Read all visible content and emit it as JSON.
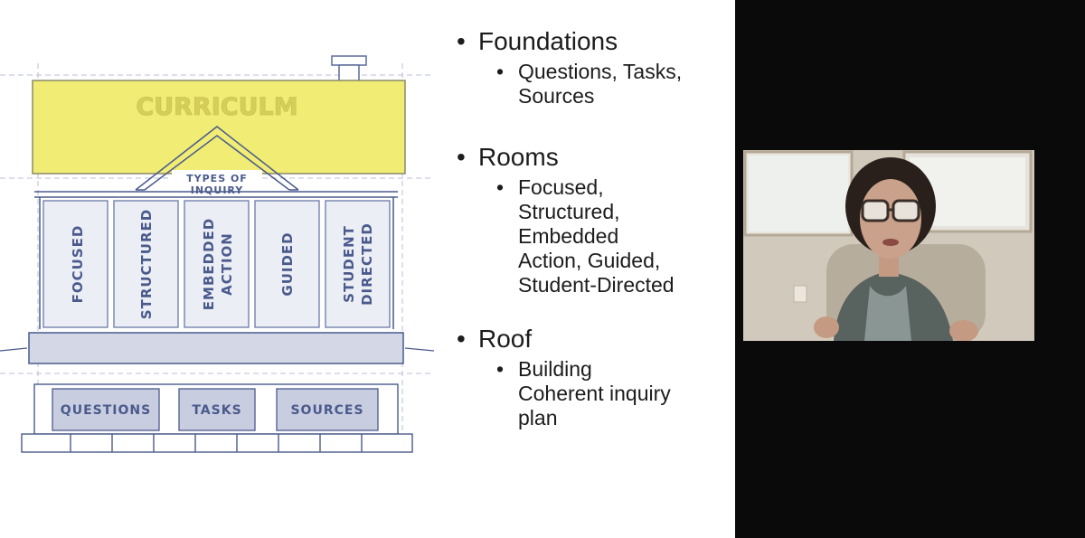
{
  "diagram": {
    "roof_label": "CURRICULM",
    "types_label_line1": "TYPES OF",
    "types_label_line2": "INQUIRY",
    "rooms": [
      {
        "line1": "FOCUSED",
        "line2": ""
      },
      {
        "line1": "STRUCTURED",
        "line2": ""
      },
      {
        "line1": "EMBEDDED",
        "line2": "ACTION"
      },
      {
        "line1": "GUIDED",
        "line2": ""
      },
      {
        "line1": "STUDENT",
        "line2": "DIRECTED"
      }
    ],
    "foundation_blocks": [
      "QUESTIONS",
      "TASKS",
      "SOURCES"
    ],
    "colors": {
      "roof": "#f0ec74",
      "ink": "#4a5a8c",
      "room_fill": "#eceef5"
    }
  },
  "bullets": [
    {
      "title": "Foundations",
      "sub": "Questions, Tasks,\nSources"
    },
    {
      "title": "Rooms",
      "sub": "Focused,\nStructured,\nEmbedded\nAction, Guided,\nStudent-Directed"
    },
    {
      "title": "Roof",
      "sub": "Building\nCoherent inquiry\nplan"
    }
  ],
  "bullet_symbol": "•",
  "video": {
    "participant_icon": "person-video-feed"
  }
}
